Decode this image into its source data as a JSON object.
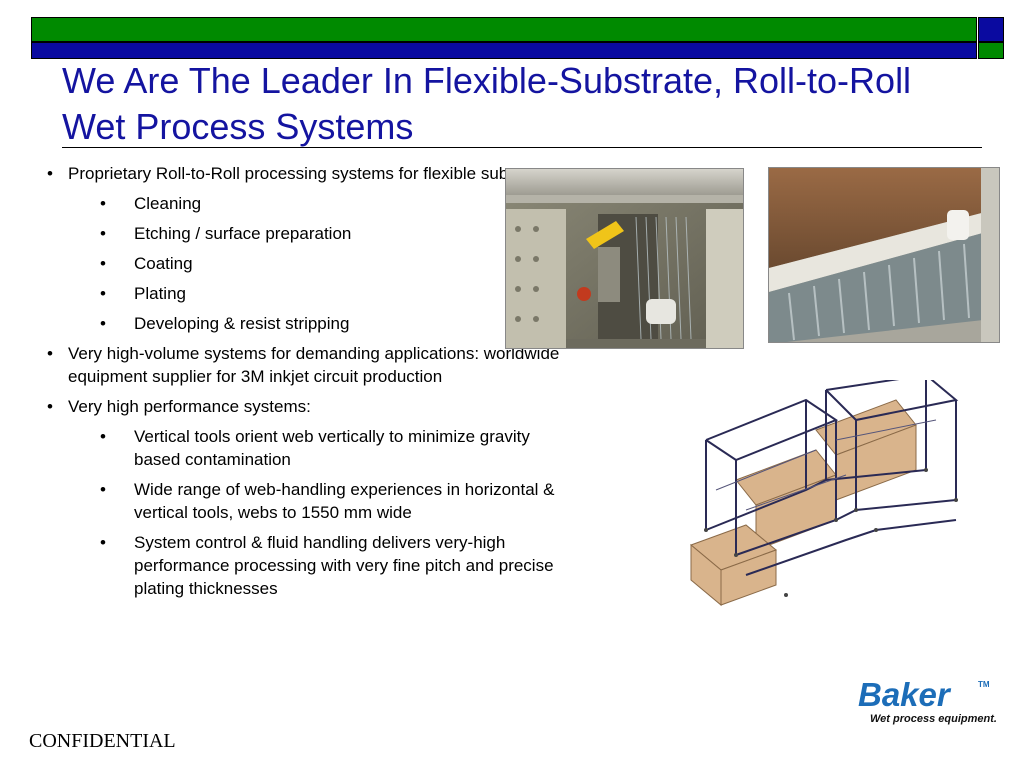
{
  "slide": {
    "title": "We Are The Leader In Flexible-Substrate, Roll-to-Roll Wet Process Systems",
    "footer": "CONFIDENTIAL",
    "bullet_glyph": "•"
  },
  "bullets": [
    {
      "text": "Proprietary Roll-to-Roll processing systems for flexible substrates:",
      "sub": [
        "Cleaning",
        "Etching / surface preparation",
        "Coating",
        "Plating",
        "Developing & resist stripping"
      ]
    },
    {
      "text": "Very high-volume systems for demanding applications: worldwide equipment supplier for 3M inkjet circuit production",
      "sub": []
    },
    {
      "text": "Very high performance systems:",
      "sub": [
        "Vertical tools orient web vertically to minimize gravity based contamination",
        "Wide range of web-handling experiences in horizontal & vertical tools, webs to 1550 mm wide",
        "System control & fluid handling delivers very-high performance processing with very fine pitch and precise plating thicknesses"
      ]
    }
  ],
  "logo": {
    "word": "Baker",
    "tm": "TM",
    "tagline": "Wet process equipment."
  },
  "colors": {
    "header_green": "#008a00",
    "header_blue": "#0a0aa0",
    "title": "#1414a0",
    "logo_blue": "#1c6db8"
  }
}
